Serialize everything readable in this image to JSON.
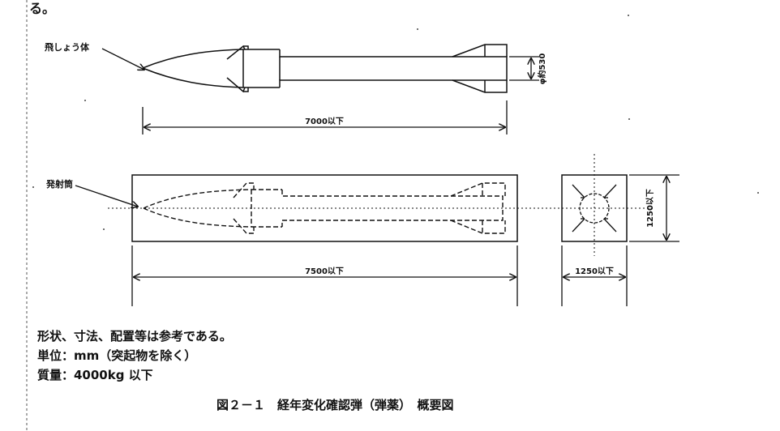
{
  "top_fragment": "る。",
  "labels": {
    "missile": "飛しょう体",
    "launcher": "発射筒"
  },
  "dimensions": {
    "missile_length": "7000以下",
    "missile_diameter": "φ約530",
    "launcher_length": "7500以下",
    "launcher_width": "1250以下",
    "launcher_height": "1250以下"
  },
  "notes": [
    "形状、寸法、配置等は参考である。",
    "単位：mm（突起物を除く）",
    "質量：4000kg 以下"
  ],
  "caption": "図２－１　経年変化確認弾（弾薬）　概要図"
}
